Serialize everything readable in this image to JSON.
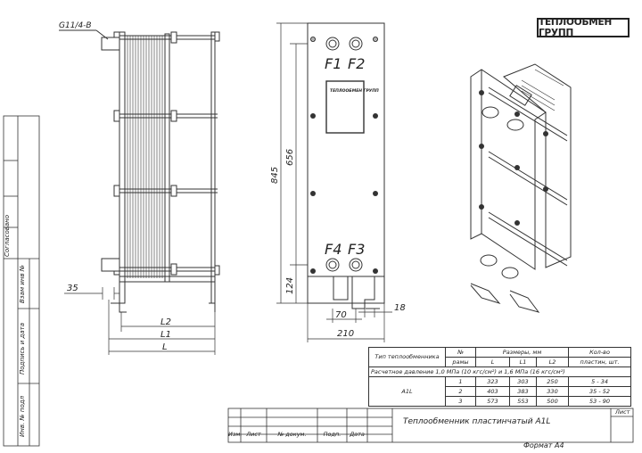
{
  "drawing": {
    "thread_label": "G11/4-B",
    "port_labels": {
      "f1": "F1",
      "f2": "F2",
      "f3": "F3",
      "f4": "F4"
    },
    "dims": {
      "d35": "35",
      "l2": "L2",
      "l1": "L1",
      "l": "L",
      "d845": "845",
      "d656": "656",
      "d124": "124",
      "d70": "70",
      "d18": "18",
      "d210": "210"
    },
    "plate_logo": "ТЕПЛООБМЕН ГРУПП"
  },
  "logo": {
    "text": "ТЕПЛООБМЕН ГРУПП"
  },
  "side_labels": {
    "inv_podl": "Инв. № подл",
    "podpis": "Подпись и дата",
    "vzam": "Взам инв №",
    "soglasovano": "Согласовано"
  },
  "spec_table": {
    "header": {
      "type": "Тип теплообменника",
      "no": "№",
      "frame": "рамы",
      "sizes": "Размеры, мм",
      "count": "Кол-во",
      "count2": "пластин, шт.",
      "L": "L",
      "L1": "L1",
      "L2": "L2"
    },
    "pressure": "Расчетное давление 1,0 МПа (10 кгс/см²) и 1,6 МПа (16 кгс/см²)",
    "model": "A1L",
    "rows": [
      {
        "no": "1",
        "L": "323",
        "L1": "303",
        "L2": "250",
        "plates": "5 - 34"
      },
      {
        "no": "2",
        "L": "403",
        "L1": "383",
        "L2": "330",
        "plates": "35 - 52"
      },
      {
        "no": "3",
        "L": "573",
        "L1": "553",
        "L2": "500",
        "plates": "53 - 90"
      }
    ]
  },
  "title_block": {
    "title": "Теплообменник пластинчатый A1L",
    "sheet": "Лист",
    "format": "Формат А4",
    "cols": {
      "izm": "Изм.",
      "list": "Лист",
      "doc": "№ докум.",
      "podp": "Подп.",
      "data": "Дата"
    }
  }
}
